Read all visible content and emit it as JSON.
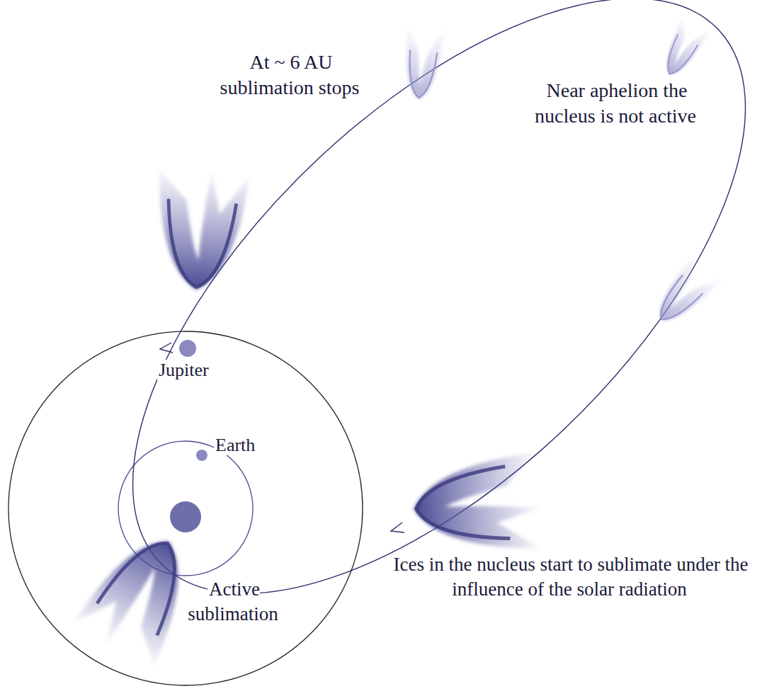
{
  "diagram": {
    "labels": [
      "At ~ 6 AU sublimation stops",
      "Near aphelion the nucleus is not active",
      "Jupiter",
      "Earth",
      "Ices in the nucleus start to sublimate under the influence of the solar radiation",
      "Active sublimation"
    ]
  }
}
